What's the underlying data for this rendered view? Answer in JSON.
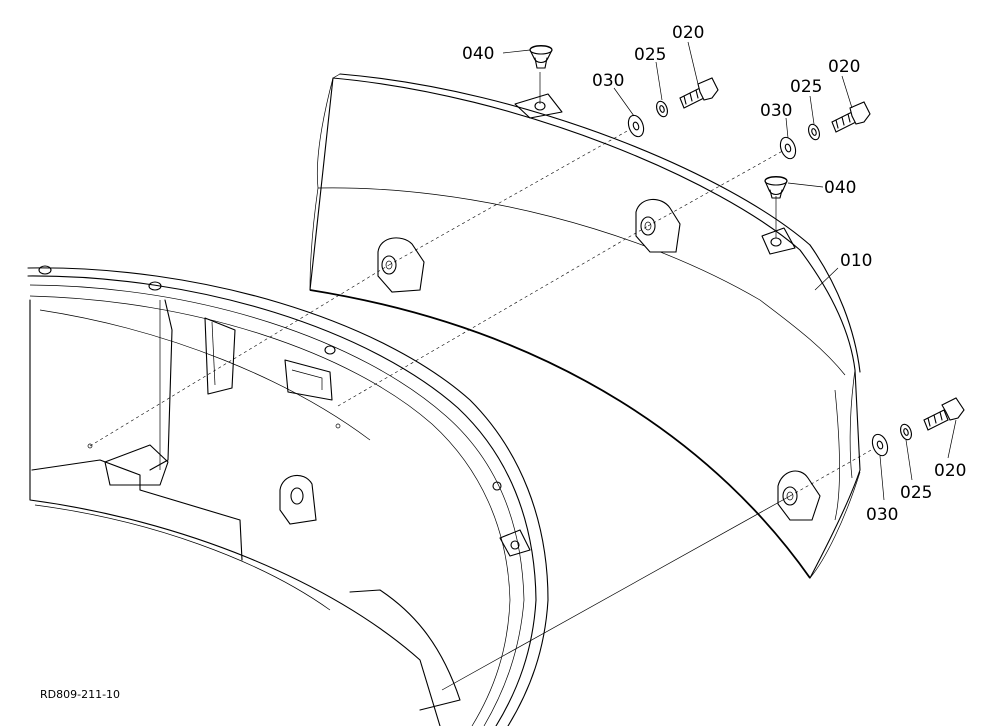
{
  "labels": {
    "part_010": "010",
    "part_020": "020",
    "part_025": "025",
    "part_030": "030",
    "part_040": "040"
  },
  "reference_code": "RD809-211-10"
}
